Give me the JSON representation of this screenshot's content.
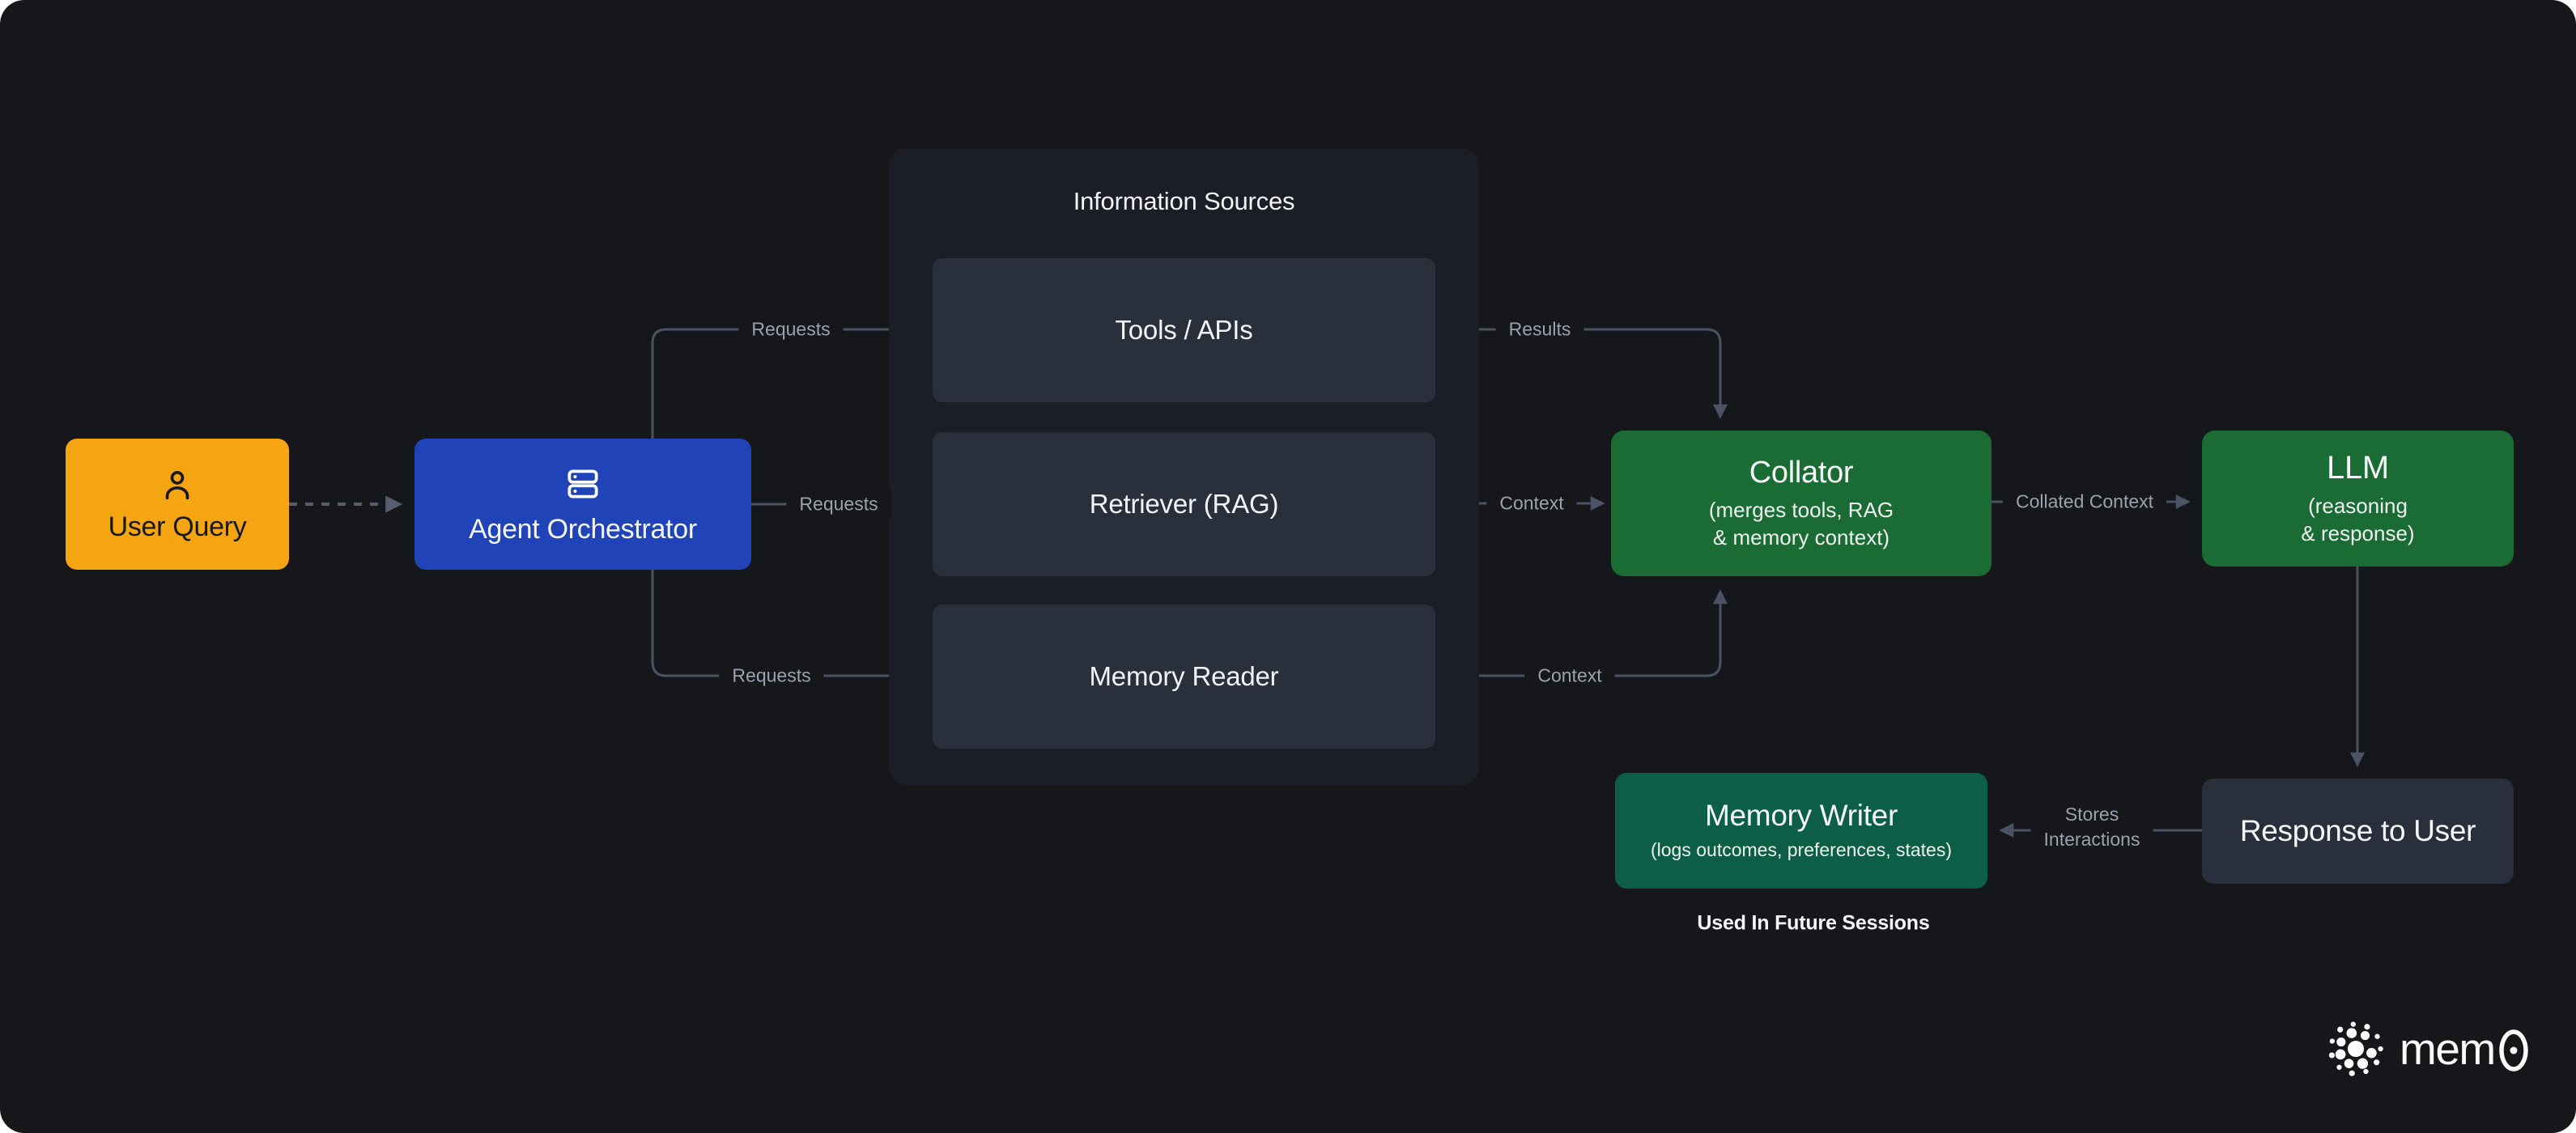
{
  "colors": {
    "background": "#15171B",
    "panel": "#1B1E26",
    "card": "#2A303B",
    "green": "#1B6B34",
    "green_dark": "#0C5F46",
    "orange": "#F5A412",
    "blue": "#2143B8",
    "wire": "#4A5263",
    "wire_dashed": "#565E6E",
    "wire_label": "#9AA2AE"
  },
  "nodes": {
    "user_query": {
      "label": "User Query",
      "icon": "user-icon"
    },
    "agent_orchestrator": {
      "label": "Agent Orchestrator",
      "icon": "server-stack-icon"
    },
    "information_sources": {
      "title": "Information Sources",
      "items": [
        {
          "label": "Tools / APIs"
        },
        {
          "label": "Retriever (RAG)"
        },
        {
          "label": "Memory Reader"
        }
      ]
    },
    "collator": {
      "title": "Collator",
      "subtitle": "(merges tools, RAG\n& memory context)"
    },
    "llm": {
      "title": "LLM",
      "subtitle": "(reasoning\n& response)"
    },
    "memory_writer": {
      "title": "Memory Writer",
      "subtitle": "(logs outcomes, preferences, states)"
    },
    "response_to_user": {
      "label": "Response to User"
    }
  },
  "edge_labels": {
    "requests_top": "Requests",
    "requests_middle": "Requests",
    "requests_bottom": "Requests",
    "results": "Results",
    "context_retriever": "Context",
    "context_memory": "Context",
    "collated_context": "Collated Context",
    "stores_interactions": "Stores\nInteractions"
  },
  "note": {
    "text": "Used In Future Sessions"
  },
  "logo": {
    "text": "mem0",
    "mark": "mem0-dots-mark"
  }
}
